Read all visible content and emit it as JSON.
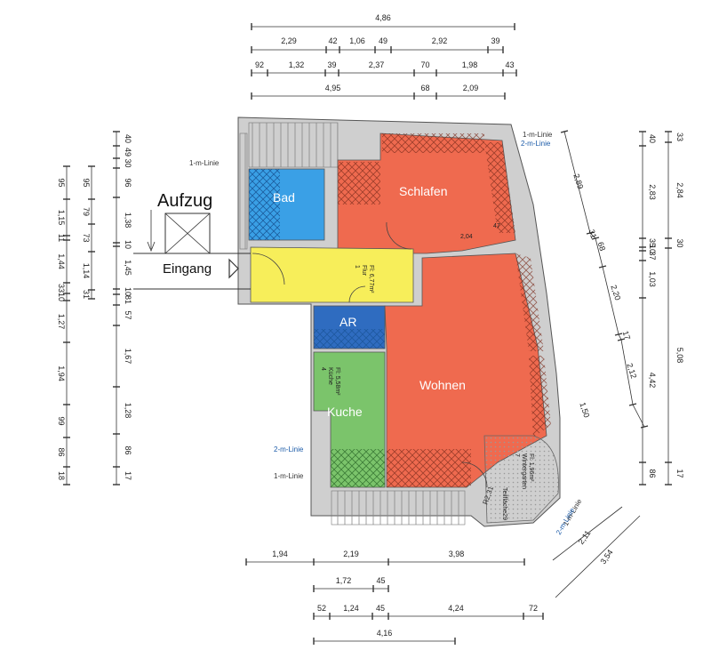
{
  "labels": {
    "aufzug": "Aufzug",
    "eingang": "Eingang",
    "bad": "Bad",
    "schlafen": "Schlafen",
    "ar": "AR",
    "wohnen": "Wohnen",
    "kuche": "Kuche",
    "linie_1m": "1-m-Linie",
    "linie_2m": "2-m-Linie",
    "r231": "R2,31",
    "flur_no": "1",
    "flur_name": "Flur",
    "flur_area": "Fl: 6,77m²",
    "kueche_no": "4",
    "kueche_name": "Küche",
    "kueche_area": "Fl: 5,58m²",
    "wintergarten_no": "7",
    "wintergarten_name": "Wintergarten",
    "wintergarten_area": "Fl: 1,96m²",
    "teilflaeche_29": "Teilfläche29",
    "dim_2_04": "2,04",
    "dim_4_7": "47"
  },
  "dims": {
    "top_row1": [
      "4,86"
    ],
    "top_row2": [
      "2,29",
      "42",
      "1,06",
      "49",
      "2,92",
      "39"
    ],
    "top_row3": [
      "92",
      "1,32",
      "39",
      "2,37",
      "70",
      "1,98",
      "43"
    ],
    "top_row4": [
      "4,95",
      "68",
      "2,09"
    ],
    "bottom_row1": [
      "1,94",
      "2,19",
      "3,98"
    ],
    "bottom_row2": [
      "1,72",
      "45"
    ],
    "bottom_row3": [
      "52",
      "1,24",
      "45",
      "4,24",
      "72"
    ],
    "bottom_row4": [
      "4,16"
    ],
    "left_col1": [
      "95",
      "1,15",
      "11",
      "1,44",
      "33",
      "10",
      "1,27",
      "1,94",
      "99",
      "86",
      "18"
    ],
    "left_col2": [
      "95",
      "79",
      "73",
      "1,14",
      "31"
    ],
    "left_col3": [
      "40",
      "49",
      "30",
      "96",
      "1,38",
      "10",
      "1,45",
      "10",
      "81",
      "57",
      "1,67",
      "1,28",
      "86",
      "17"
    ],
    "right_col1": [
      "2,89",
      "31",
      "68",
      "2,20",
      "17",
      "2,12",
      "1,50"
    ],
    "right_col2": [
      "40",
      "2,83",
      "35",
      "10",
      "37",
      "1,03",
      "4,42",
      "86"
    ],
    "right_col3": [
      "33",
      "2,84",
      "30",
      "5,08",
      "17"
    ],
    "diag": [
      "2,11",
      "3,54"
    ]
  },
  "colors": {
    "bad": "#3aa0e6",
    "schlafen": "#ef6a4f",
    "wohnen": "#ef6a4f",
    "flur": "#f7ee5a",
    "ar": "#2f6cc0",
    "kuche": "#7bc46b",
    "wall": "#cfcfcf"
  }
}
